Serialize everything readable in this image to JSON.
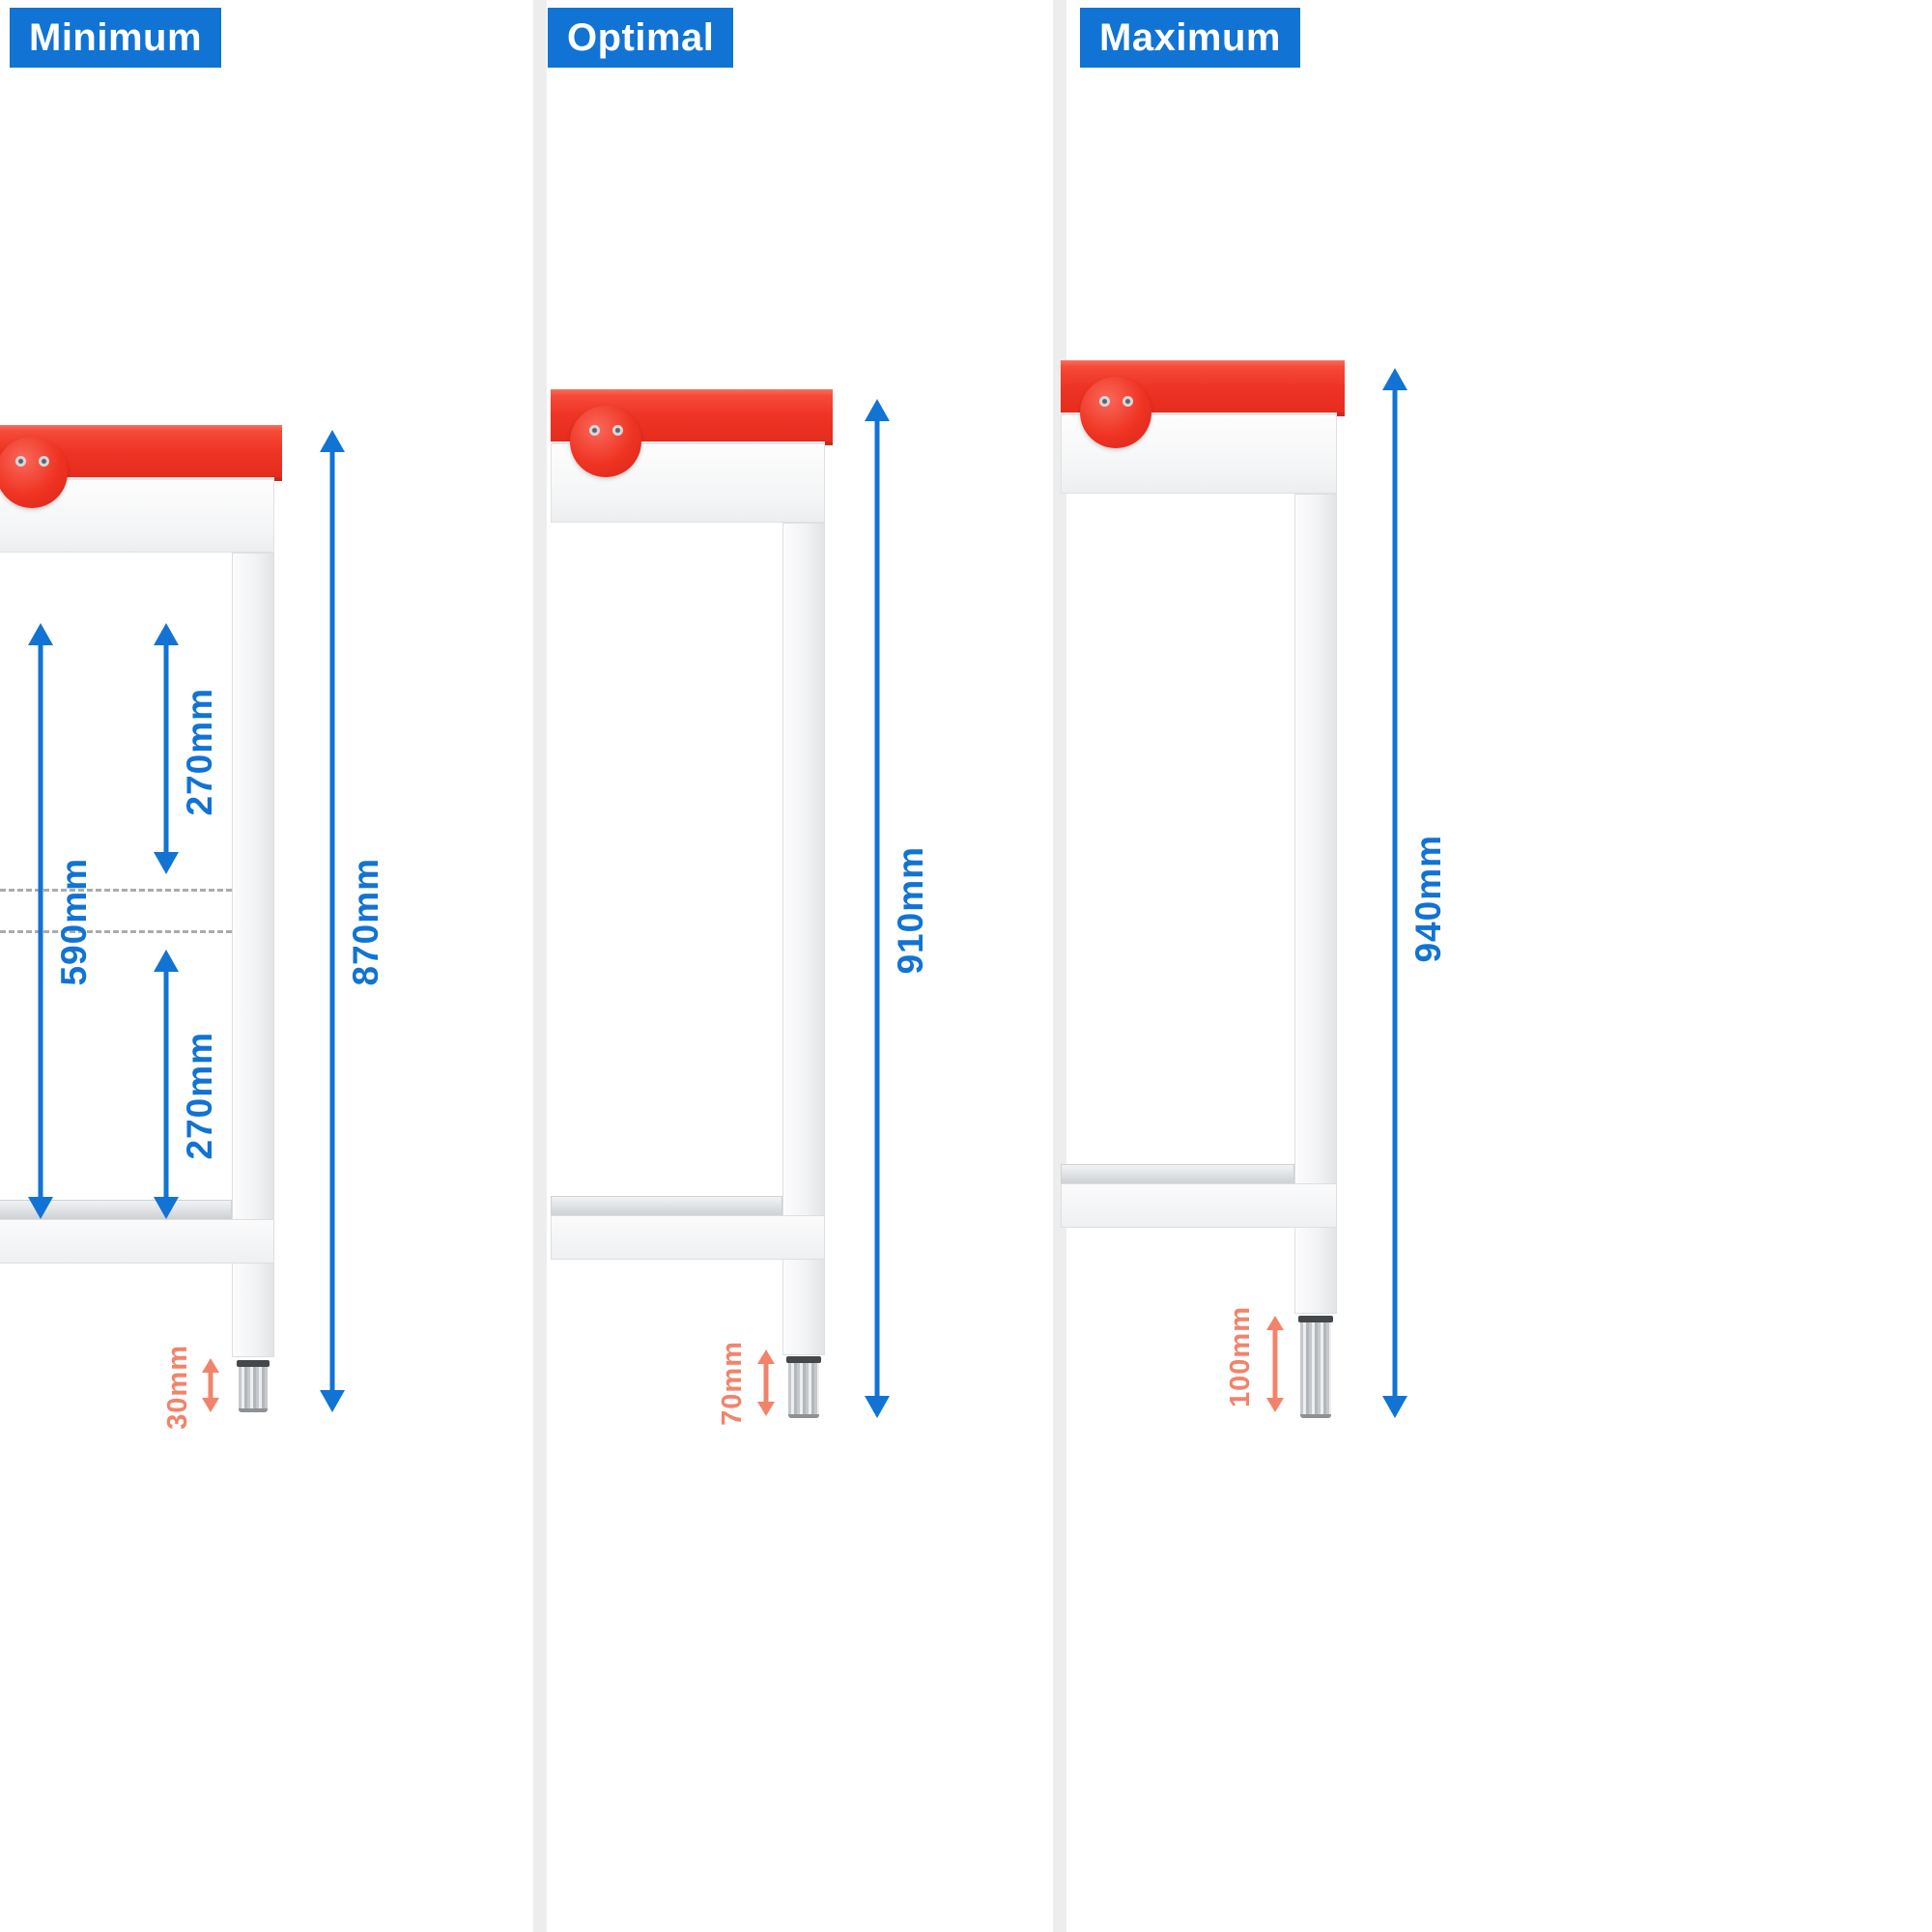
{
  "colors": {
    "blue": "#1173d4",
    "red": "#ee3425",
    "red_dark": "#c62b1c",
    "salmon": "#f2836b",
    "divider": "#ededee"
  },
  "panels": [
    {
      "label": "Minimum",
      "measurements": {
        "total": "870mm",
        "clearance": "590mm",
        "upper": "270mm",
        "lower": "270mm",
        "foot": "30mm"
      }
    },
    {
      "label": "Optimal",
      "measurements": {
        "total": "910mm",
        "foot": "70mm"
      }
    },
    {
      "label": "Maximum",
      "measurements": {
        "total": "940mm",
        "foot": "100mm"
      }
    }
  ]
}
